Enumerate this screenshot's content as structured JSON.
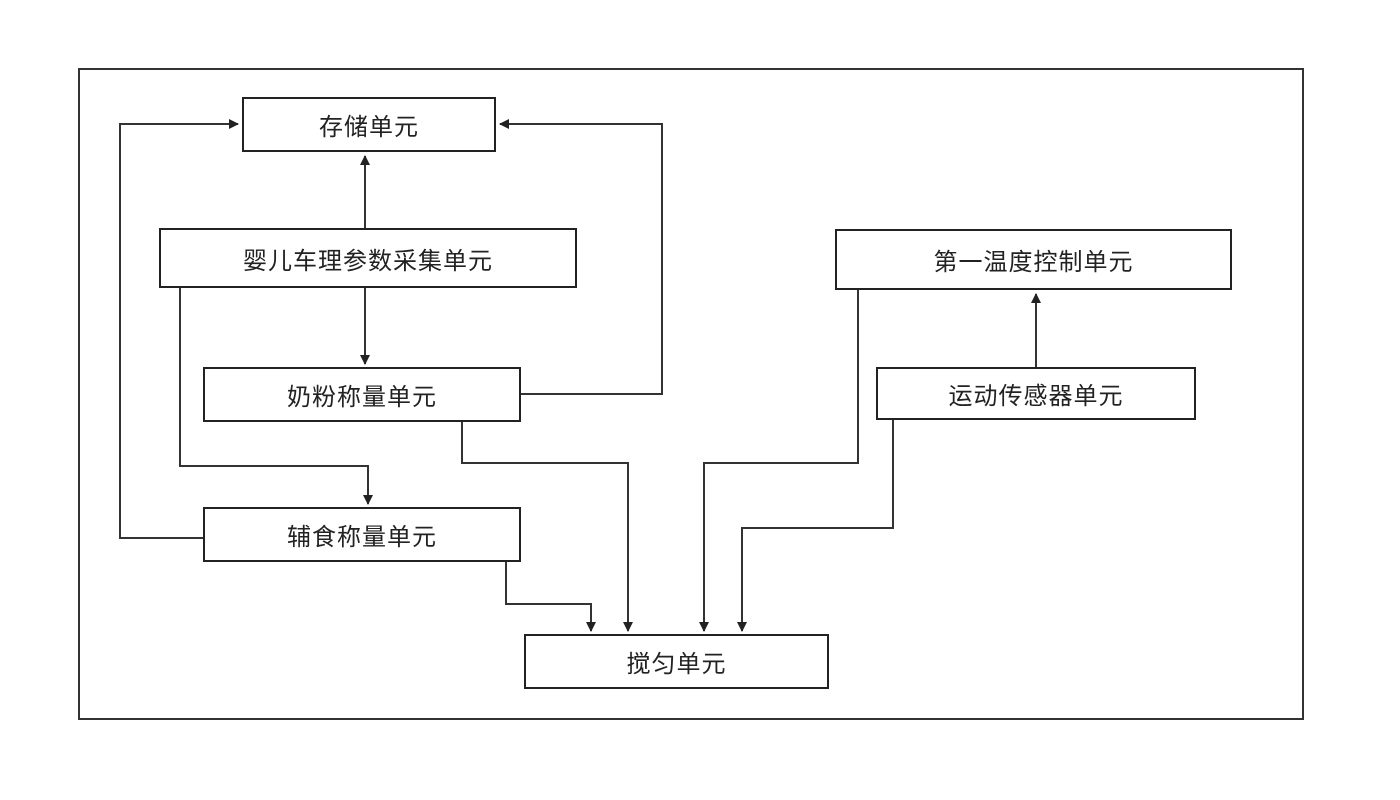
{
  "units": {
    "storage": "存储单元",
    "stroller_param": "婴儿车理参数采集单元",
    "milk_weigh": "奶粉称量单元",
    "food_weigh": "辅食称量单元",
    "mix": "搅匀单元",
    "first_temp": "第一温度控制单元",
    "motion_sensor": "运动传感器单元"
  },
  "colors": {
    "line": "#333333",
    "border": "#222222",
    "text": "#222222"
  }
}
